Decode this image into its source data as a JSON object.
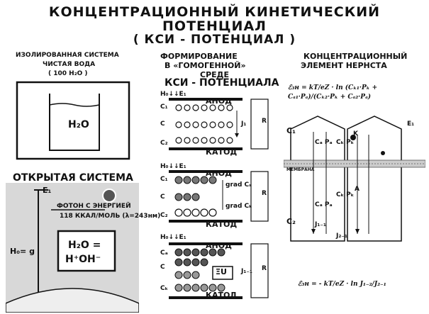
{
  "title": {
    "line1": "КОНЦЕНТРАЦИОННЫЙ КИНЕТИЧЕСКИЙ",
    "line2": "ПОТЕНЦИАЛ",
    "line3": "( КСИ - ПОТЕНЦИАЛ )"
  },
  "isolated": {
    "heading": "ИЗОЛИРОВАННАЯ СИСТЕМА",
    "sub1": "ЧИСТАЯ ВОДА",
    "sub2": "( 100 H₂O )",
    "beaker_label": "H₂O"
  },
  "open": {
    "heading": "ОТКРЫТАЯ СИСТЕМА",
    "energy_label": "E₁",
    "photon": "ФОТОН С ЭНЕРГИЕЙ",
    "energy_value": "118 ККАЛ/МОЛЬ (λ=243нм)",
    "height_label": "H₀= g",
    "reaction_top": "H₂O =",
    "reaction_bottom": "H⁺OH⁻"
  },
  "formation": {
    "heading1": "ФОРМИРОВАНИЕ",
    "heading2": "В «ГОМОГЕННОЙ»",
    "heading3": "СРЕДЕ",
    "heading4": "КСИ - ПОТЕНЦИАЛА",
    "anode": "АНОД",
    "cathode": "КАТОД",
    "c1": "C₁",
    "c": "C",
    "c2": "C₂",
    "h0e": "H₀↓↓E₁",
    "grad_c": "grad Cₛ",
    "grad_ck": "grad Cₖ",
    "xi_u": "ΞU",
    "j1": "J₁",
    "j_diff": "J₁₋₁",
    "ca": "Cₐ",
    "ck": "Cₖ",
    "r": "R"
  },
  "nernst": {
    "heading1": "КОНЦЕНТРАЦИОННЫЙ",
    "heading2": "ЭЛЕМЕНТ НЕРНСТА",
    "formula_top": "ℰ₃н = kT/eZ · ln (Cₖ₁·Pₖ + Cₐ₁·Pₐ)/(Cₖ₂·Pₖ + Cₐ₂·Pₐ)",
    "formula_bottom": "ℰ₃н = - kT/eZ · ln J₁₋₂/J₂₋₁",
    "c1": "C₁",
    "c2": "C₂",
    "e_label": "E₁",
    "membrane": "МЕМБРАНА",
    "j1": "J₁₋₁",
    "j2": "J₂₋₁",
    "ca_pa": "Cₐ Pₐ",
    "ck_pk": "Cₖ Pₖ",
    "k": "K",
    "a": "A"
  },
  "colors": {
    "ink": "#111111",
    "photo_bg": "#d8d8d8",
    "hatch": "#555555"
  }
}
